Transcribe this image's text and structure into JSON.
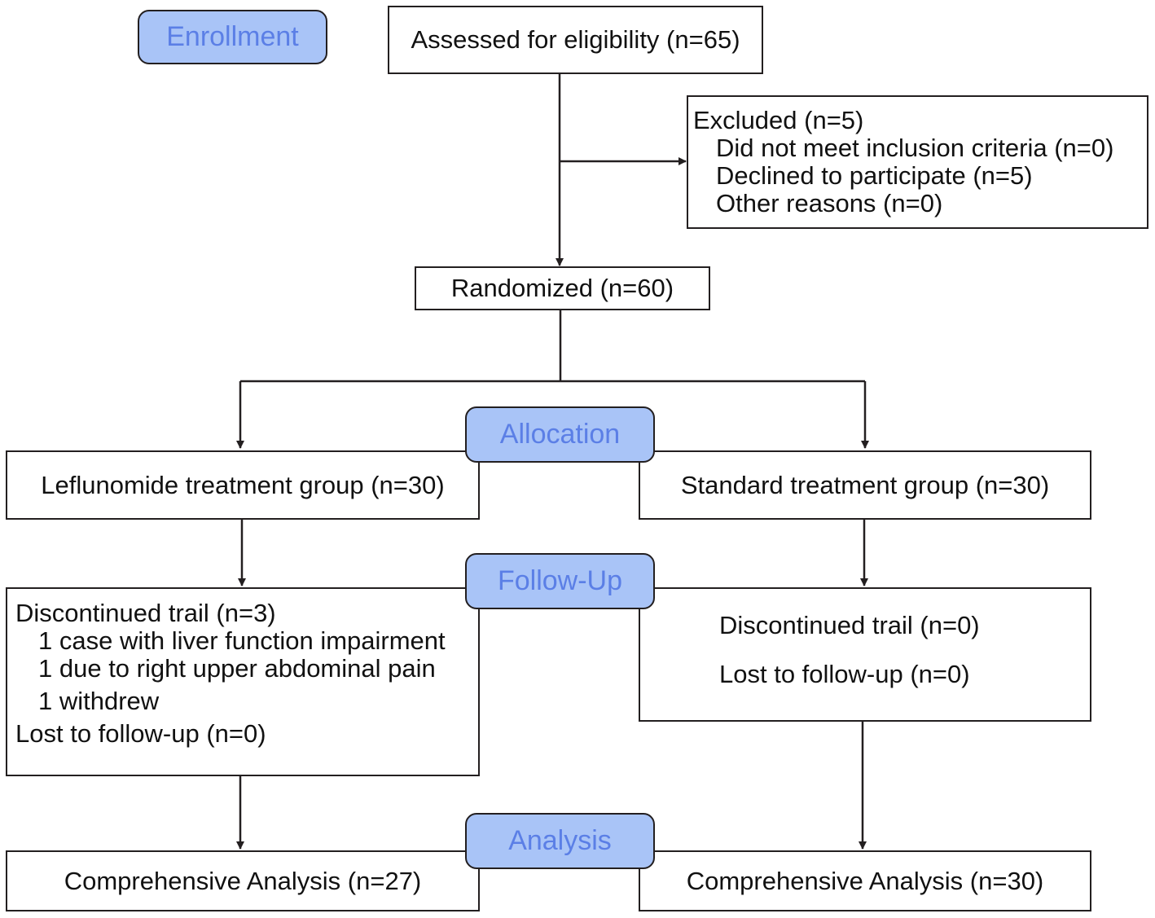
{
  "stages": {
    "enrollment": "Enrollment",
    "allocation": "Allocation",
    "follow_up": "Follow-Up",
    "analysis": "Analysis"
  },
  "assessed": "Assessed for eligibility (n=65)",
  "excluded": {
    "title": "Excluded (n=5)",
    "items": [
      "Did not meet inclusion criteria (n=0)",
      "Declined to participate (n=5)",
      "Other reasons (n=0)"
    ]
  },
  "randomized": "Randomized (n=60)",
  "groups": {
    "left": "Leflunomide treatment group (n=30)",
    "right": "Standard treatment group (n=30)"
  },
  "follow_up": {
    "left": {
      "discontinued": "Discontinued trail (n=3)",
      "reasons": [
        "1 case with liver function impairment",
        "1 due to right upper abdominal pain",
        "1 withdrew"
      ],
      "lost": "Lost to follow-up (n=0)"
    },
    "right": {
      "discontinued": "Discontinued trail (n=0)",
      "lost": "Lost to follow-up (n=0)"
    }
  },
  "analysis": {
    "left": "Comprehensive Analysis (n=27)",
    "right": "Comprehensive Analysis (n=30)"
  },
  "colors": {
    "stage_fill": "#a9c4f7",
    "stage_text": "#5b7fe6",
    "line": "#231f20"
  }
}
